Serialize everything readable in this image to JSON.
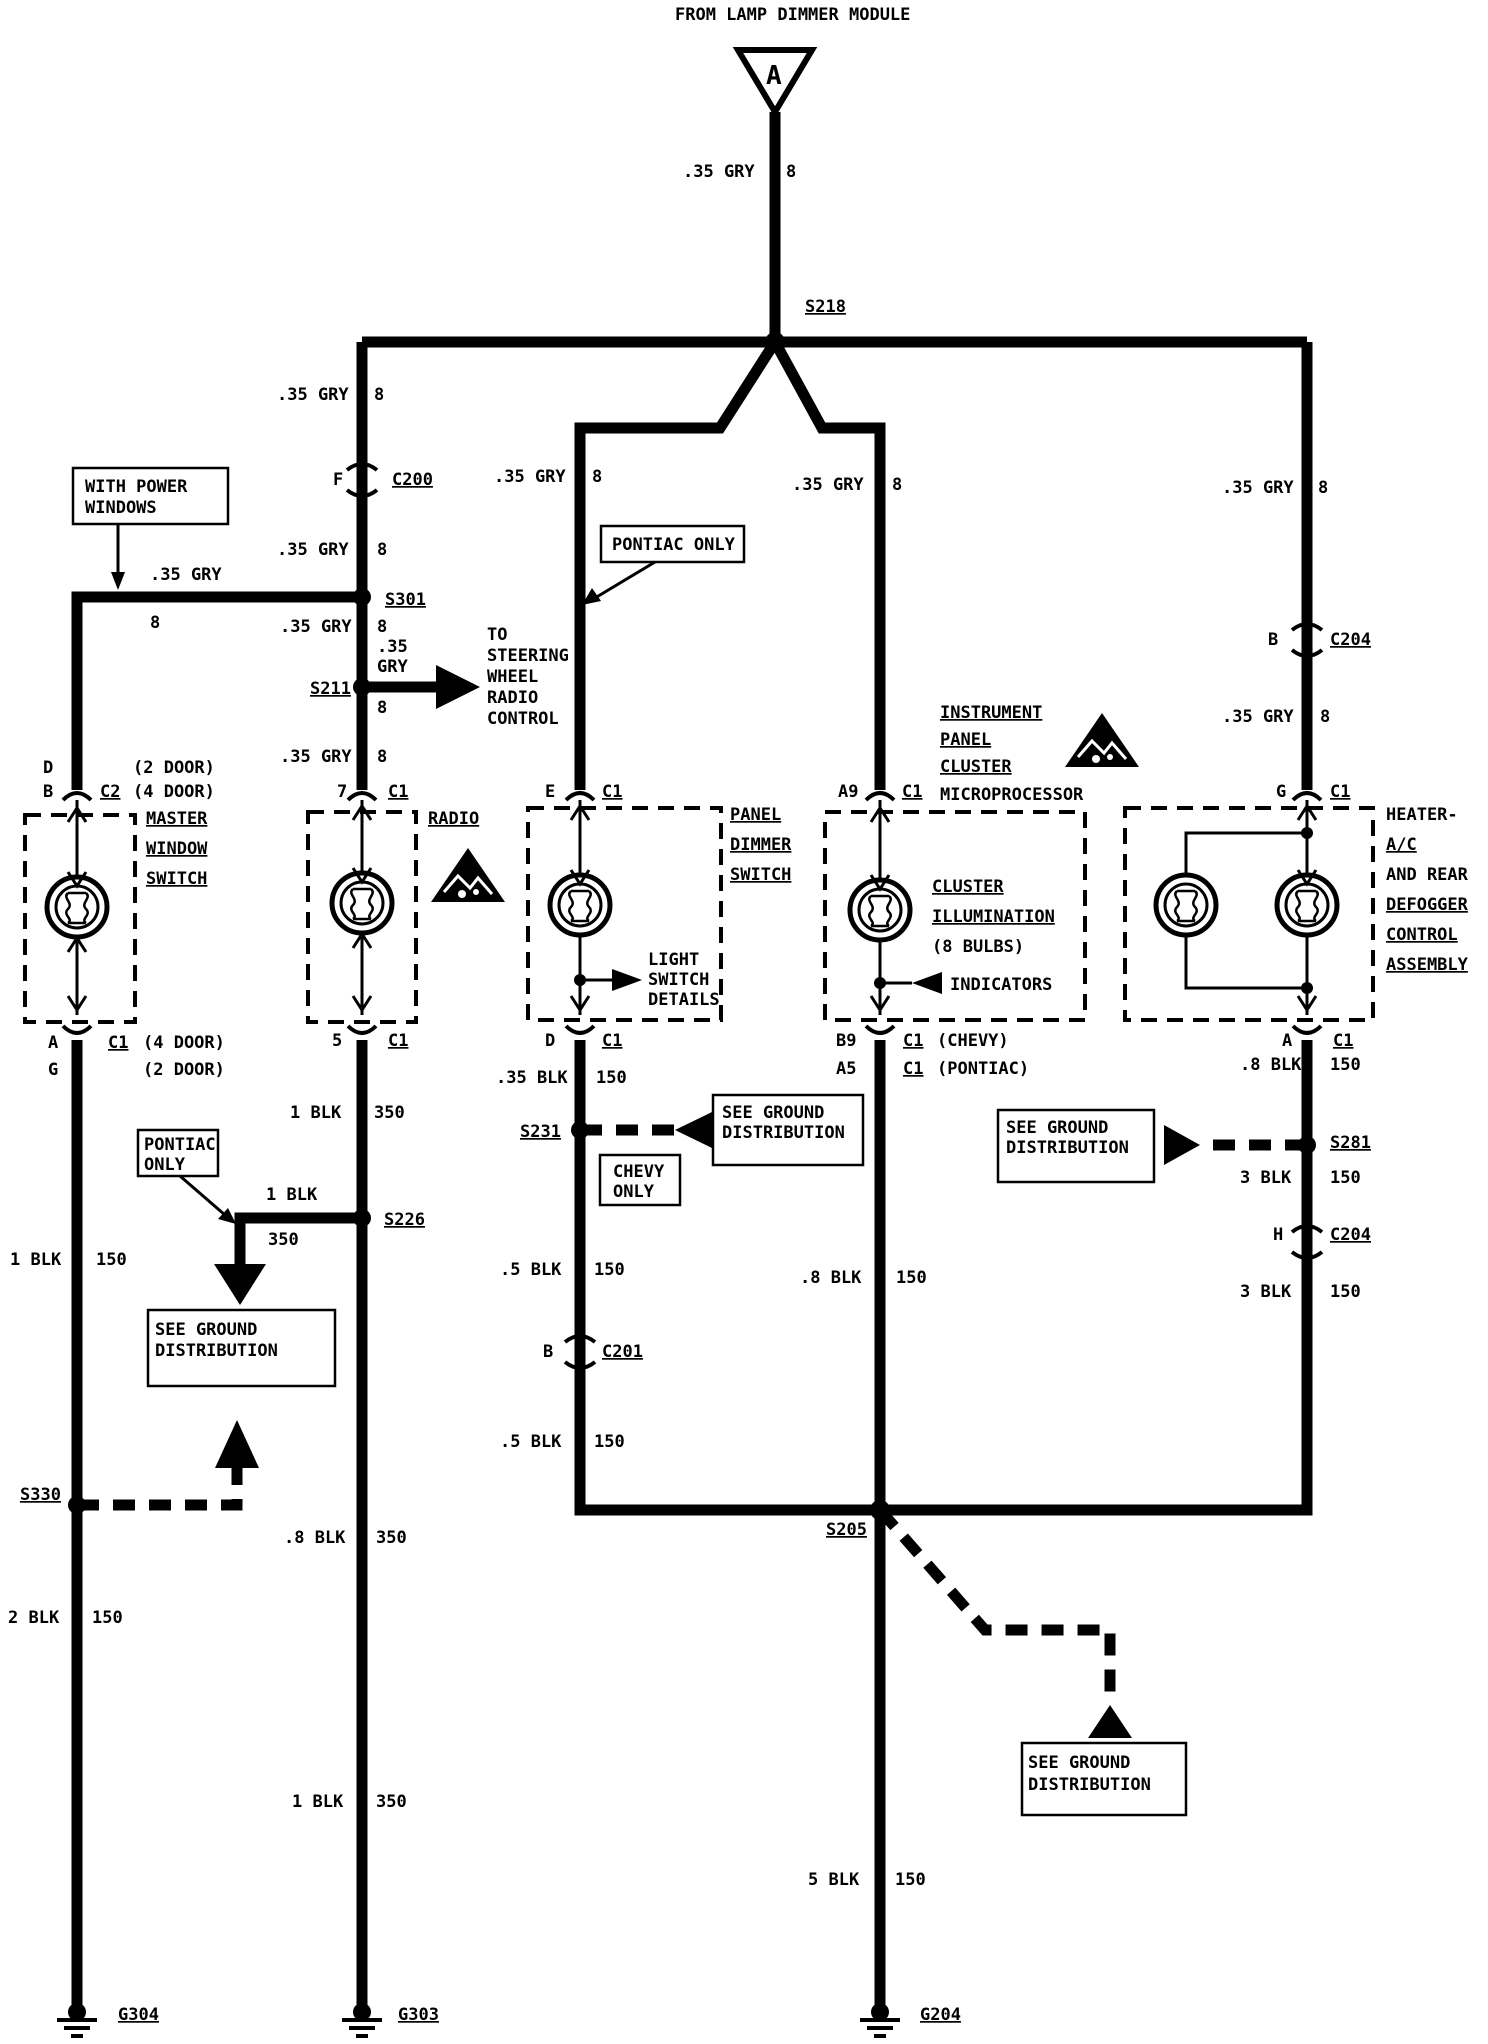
{
  "header": {
    "source_label": "FROM LAMP DIMMER MODULE",
    "connector_letter": "A"
  },
  "wires": {
    "top_size": ".35 GRY",
    "top_circ": "8",
    "l_size_a": ".35 GRY",
    "l_circ_a": "8",
    "l_size_b": ".35 GRY",
    "l_circ_b": "8",
    "pw_size": ".35 GRY",
    "pw_circ": "8",
    "l_size_c": ".35 GRY",
    "l_circ_c": "8",
    "l_size_d_1": ".35",
    "l_size_d_2": "GRY",
    "l_circ_d": "8",
    "l_size_e": ".35 GRY",
    "l_circ_e": "8",
    "m1_size": ".35 GRY",
    "m1_circ": "8",
    "m2_size": ".35 GRY",
    "m2_circ": "8",
    "r_size_a": ".35 GRY",
    "r_circ_a": "8",
    "r_size_b": ".35 GRY",
    "r_circ_b": "8",
    "g1_size": "1 BLK",
    "g1_circ": "150",
    "g1_size_b": "2 BLK",
    "g1_circ_b": "150",
    "g2_size": "1 BLK",
    "g2_circ": "350",
    "g2_branch_size": "1 BLK",
    "g2_branch_circ": "350",
    "g2_size_b": ".8 BLK",
    "g2_circ_b": "350",
    "g2_size_c": "1 BLK",
    "g2_circ_c": "350",
    "g3_size": ".35 BLK",
    "g3_circ": "150",
    "g3_size_b": ".5 BLK",
    "g3_circ_b": "150",
    "g3_size_c": ".5 BLK",
    "g3_circ_c": "150",
    "g4_size": ".8 BLK",
    "g4_circ": "150",
    "g4_size_b": "5 BLK",
    "g4_circ_b": "150",
    "g5_size": ".8 BLK",
    "g5_circ": "150",
    "g5_size_b": "3 BLK",
    "g5_circ_b": "150",
    "g5_size_c": "3 BLK",
    "g5_circ_c": "150"
  },
  "splices": {
    "s218": "S218",
    "s301": "S301",
    "s211": "S211",
    "s226": "S226",
    "s330": "S330",
    "s231": "S231",
    "s205": "S205",
    "s281": "S281"
  },
  "connectors": {
    "c200": "C200",
    "c200_pin": "F",
    "c204_top": "C204",
    "c204_top_pin": "B",
    "c201": "C201",
    "c201_pin": "B",
    "c204_bot": "C204",
    "c204_bot_pin": "H"
  },
  "grounds": {
    "g304": "G304",
    "g303": "G303",
    "g204": "G204"
  },
  "notes": {
    "power_windows_1": "WITH POWER",
    "power_windows_2": "WINDOWS",
    "pontiac_only": "PONTIAC ONLY",
    "pontiac_only2_1": "PONTIAC",
    "pontiac_only2_2": "ONLY",
    "chevy_only_1": "CHEVY",
    "chevy_only_2": "ONLY",
    "ground_dist_1": "SEE GROUND",
    "ground_dist_2": "DISTRIBUTION"
  },
  "steering": {
    "l1": "TO",
    "l2": "STEERING",
    "l3": "WHEEL",
    "l4": "RADIO",
    "l5": "CONTROL"
  },
  "components": {
    "mws": {
      "pin_top_a": "D",
      "pin_top_b": "B",
      "conn_top": "C2",
      "door_a": "(2 DOOR)",
      "door_b": "(4 DOOR)",
      "name_1": "MASTER",
      "name_2": "WINDOW",
      "name_3": "SWITCH",
      "pin_bot_a": "A",
      "pin_bot_b": "G",
      "conn_bot": "C1",
      "door_c": "(4 DOOR)",
      "door_d": "(2 DOOR)"
    },
    "radio": {
      "pin_top": "7",
      "conn_top": "C1",
      "name": "RADIO",
      "pin_bot": "5",
      "conn_bot": "C1"
    },
    "pds": {
      "pin_top": "E",
      "conn_top": "C1",
      "name_1": "PANEL",
      "name_2": "DIMMER",
      "name_3": "SWITCH",
      "light_1": "LIGHT",
      "light_2": "SWITCH",
      "light_3": "DETAILS",
      "pin_bot": "D",
      "conn_bot": "C1"
    },
    "ipc": {
      "pin_top": "A9",
      "conn_top": "C1",
      "name_1": "INSTRUMENT",
      "name_2": "PANEL",
      "name_3": "CLUSTER",
      "name_4": "MICROPROCESSOR",
      "cl_1": "CLUSTER",
      "cl_2": "ILLUMINATION",
      "cl_3": "(8 BULBS)",
      "indicators": "INDICATORS",
      "pin_bot_a": "B9",
      "pin_bot_b": "A5",
      "conn_bot_a": "C1",
      "conn_bot_b": "C1",
      "chevy": "(CHEVY)",
      "pontiac": "(PONTIAC)"
    },
    "hvac": {
      "pin_top": "G",
      "conn_top": "C1",
      "name_1": "HEATER-",
      "name_2": "A/C",
      "name_3": "AND REAR",
      "name_4": "DEFOGGER",
      "name_5": "CONTROL",
      "name_6": "ASSEMBLY",
      "pin_bot": "A",
      "conn_bot": "C1"
    }
  }
}
